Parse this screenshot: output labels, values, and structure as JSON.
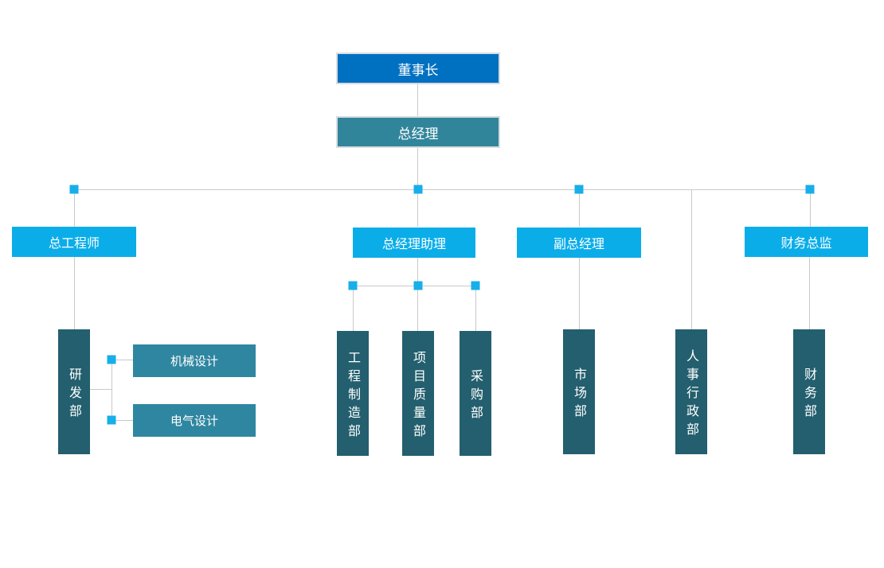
{
  "palette": {
    "chairman_bg": "#0070C0",
    "gm_bg": "#31859B",
    "level3_bg": "#0BADE8",
    "design_bg": "#2F86A0",
    "dept_bg": "#235F6E",
    "connector": "#C9C9C9",
    "node": "#17AEEA",
    "text": "#FFFFFF"
  },
  "org": {
    "chairman": {
      "label": "董事长"
    },
    "general_manager": {
      "label": "总经理"
    },
    "chief_engineer": {
      "label": "总工程师"
    },
    "gm_assistant": {
      "label": "总经理助理"
    },
    "deputy_gm": {
      "label": "副总经理"
    },
    "finance_director": {
      "label": "财务总监"
    },
    "rd_dept": {
      "label": "研发部"
    },
    "mechanical_design": {
      "label": "机械设计"
    },
    "electrical_design": {
      "label": "电气设计"
    },
    "engineering_manufacturing_dept": {
      "label": "工程制造部"
    },
    "project_quality_dept": {
      "label": "项目质量部"
    },
    "procurement_dept": {
      "label": "采购部"
    },
    "marketing_dept": {
      "label": "市场部"
    },
    "hr_admin_dept": {
      "label": "人事行政部"
    },
    "finance_dept": {
      "label": "财务部"
    }
  }
}
